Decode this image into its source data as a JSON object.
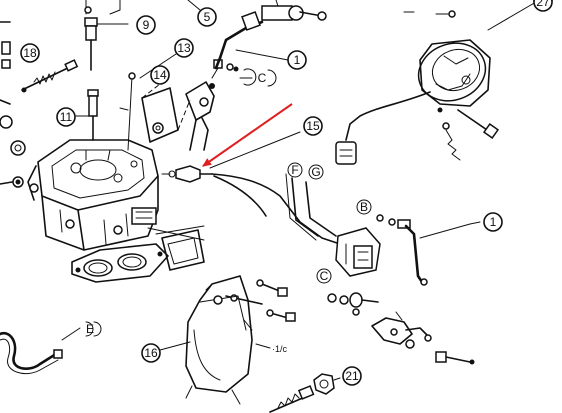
{
  "callouts": {
    "c1_top": "1",
    "c1_right": "1",
    "c5": "5",
    "c9": "9",
    "c11": "11",
    "c13": "13",
    "c14": "14",
    "c15": "15",
    "c16": "16",
    "c18": "18",
    "c21": "21",
    "c27": "27"
  },
  "letters": {
    "c_top": "C",
    "c_mid": "C",
    "b_mid": "B",
    "f_label": "F",
    "g_label": "G",
    "e_label": "E"
  },
  "annotations": {
    "sensor_note": "·1/c"
  },
  "colors": {
    "line": "#111111",
    "highlight_arrow": "#e02020",
    "background": "#ffffff"
  }
}
